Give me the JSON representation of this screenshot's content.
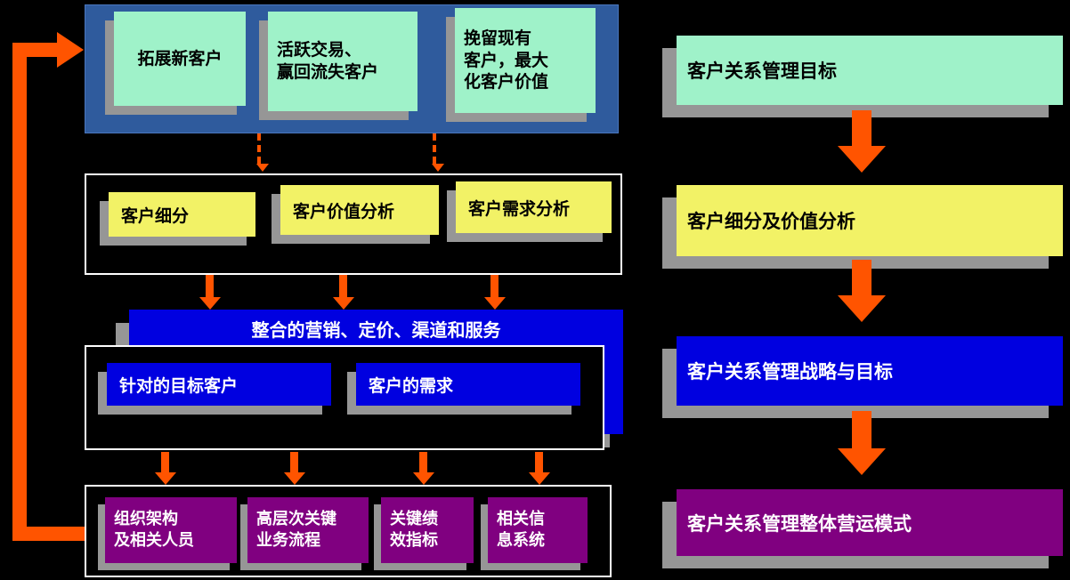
{
  "colors": {
    "background": "#000000",
    "arrow_orange": "#FF5400",
    "goal_green": "#9FF2C9",
    "analysis_yellow": "#F2F266",
    "strategy_blue": "#0000E0",
    "operation_purple": "#800080",
    "goals_container_blue": "#2F5B9D",
    "shadow_gray": "#969696"
  },
  "left_flow": {
    "goals_group": {
      "boxes": [
        {
          "label": "拓展新客户"
        },
        {
          "label": "活跃交易、\n赢回流失客户"
        },
        {
          "label": "挽留现有\n客户，最大\n化客户价值"
        }
      ]
    },
    "analysis_group": {
      "boxes": [
        {
          "label": "客户细分"
        },
        {
          "label": "客户价值分析"
        },
        {
          "label": "客户需求分析"
        }
      ]
    },
    "strategy_group": {
      "banner": "整合的营销、定价、渠道和服务",
      "boxes": [
        {
          "label": "针对的目标客户"
        },
        {
          "label": "客户的需求"
        }
      ]
    },
    "operation_group": {
      "boxes": [
        {
          "label": "组织架构\n及相关人员"
        },
        {
          "label": "高层次关键\n业务流程"
        },
        {
          "label": "关键绩\n效指标"
        },
        {
          "label": "相关信\n息系统"
        }
      ]
    }
  },
  "right_flow": {
    "stages": [
      {
        "label": "客户关系管理目标"
      },
      {
        "label": "客户细分及价值分析"
      },
      {
        "label": "客户关系管理战略与目标"
      },
      {
        "label": "客户关系管理整体营运模式"
      }
    ]
  }
}
